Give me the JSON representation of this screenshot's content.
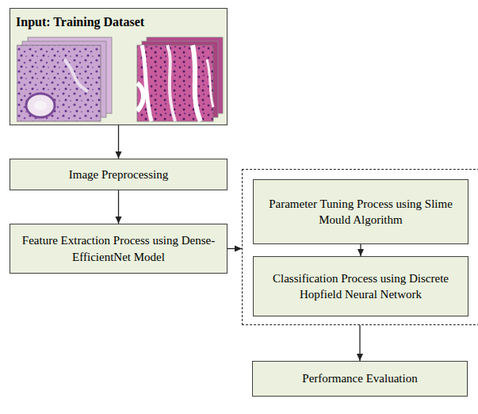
{
  "diagram": {
    "nodes": [
      {
        "text": [
          "Input: Training Dataset"
        ]
      },
      {
        "text": [
          "Image Preprocessing"
        ]
      },
      {
        "text": [
          "Feature Extraction Process using Dense-EfficientNet Model"
        ]
      },
      {
        "text": []
      },
      {
        "text": [
          "Parameter Tuning Process using Slime Mould Algorithm"
        ],
        "in": 3
      },
      {
        "text": [
          "Classification Process using Discrete Hopfield Neural Network"
        ],
        "in": 3
      },
      {
        "text": [
          "Performance Evaluation"
        ]
      }
    ],
    "edges": [
      {
        "from": 0,
        "to": 1,
        "arrow": "to"
      },
      {
        "from": 1,
        "to": 2,
        "arrow": "to"
      },
      {
        "from": 2,
        "to": 3,
        "arrow": "to"
      },
      {
        "from": 4,
        "to": 5,
        "arrow": "to"
      },
      {
        "from": 3,
        "to": 6,
        "arrow": "to"
      }
    ]
  }
}
